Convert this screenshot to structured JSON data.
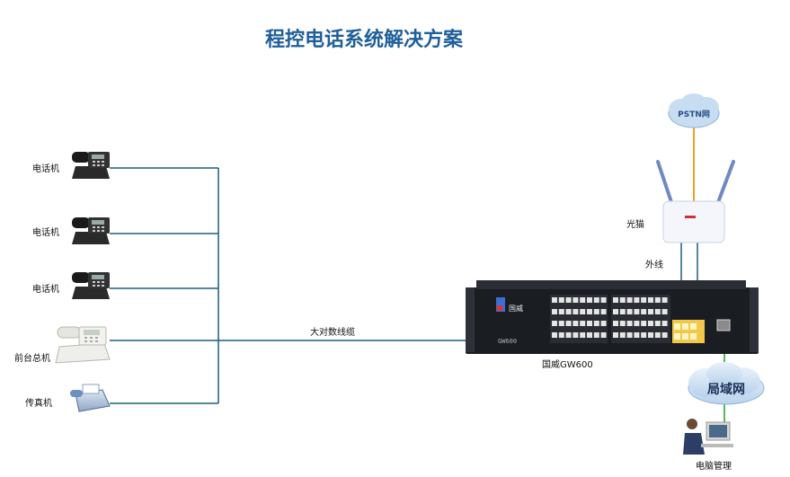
{
  "title": "程控电话系统解决方案",
  "phones": [
    {
      "label": "电话机"
    },
    {
      "label": "电话机"
    },
    {
      "label": "电话机"
    },
    {
      "label": "前台总机"
    },
    {
      "label": "传真机"
    }
  ],
  "cable_label": "大对数线缆",
  "pbx": {
    "label": "国威GW600",
    "brand": "国威",
    "model": "GW600"
  },
  "modem_label": "光猫",
  "outer_line_label": "外线",
  "pstn_label": "PSTN网",
  "lan_label": "局域网",
  "pc_label": "电脑管理",
  "colors": {
    "line": "#1f5f7a",
    "title": "#1f5f9a",
    "pstn_line": "#f0a020",
    "lan_line": "#5cb85c",
    "cloud": "#c7ddf2"
  }
}
